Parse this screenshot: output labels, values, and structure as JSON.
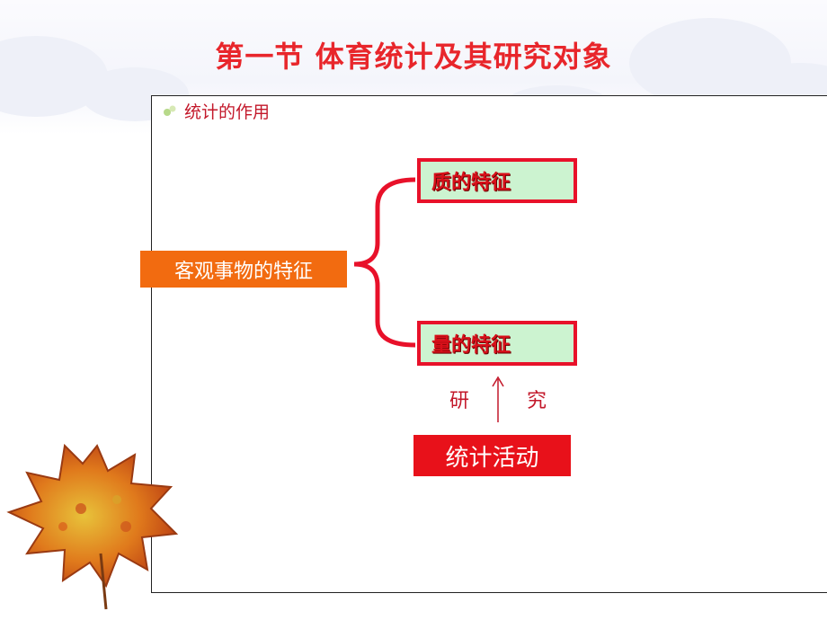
{
  "slide": {
    "title": "第一节 体育统计及其研究对象",
    "bullet_text": "统计的作用"
  },
  "diagram": {
    "root_label": "客观事物的特征",
    "branch_top": "质的特征",
    "branch_bottom": "量的特征",
    "arrow_left_label": "研",
    "arrow_right_label": "究",
    "activity_label": "统计活动"
  },
  "colors": {
    "title": "#e8262b",
    "orange_box": "#f26b10",
    "red_box": "#e8111a",
    "green_fill": "#ccf3d0"
  }
}
